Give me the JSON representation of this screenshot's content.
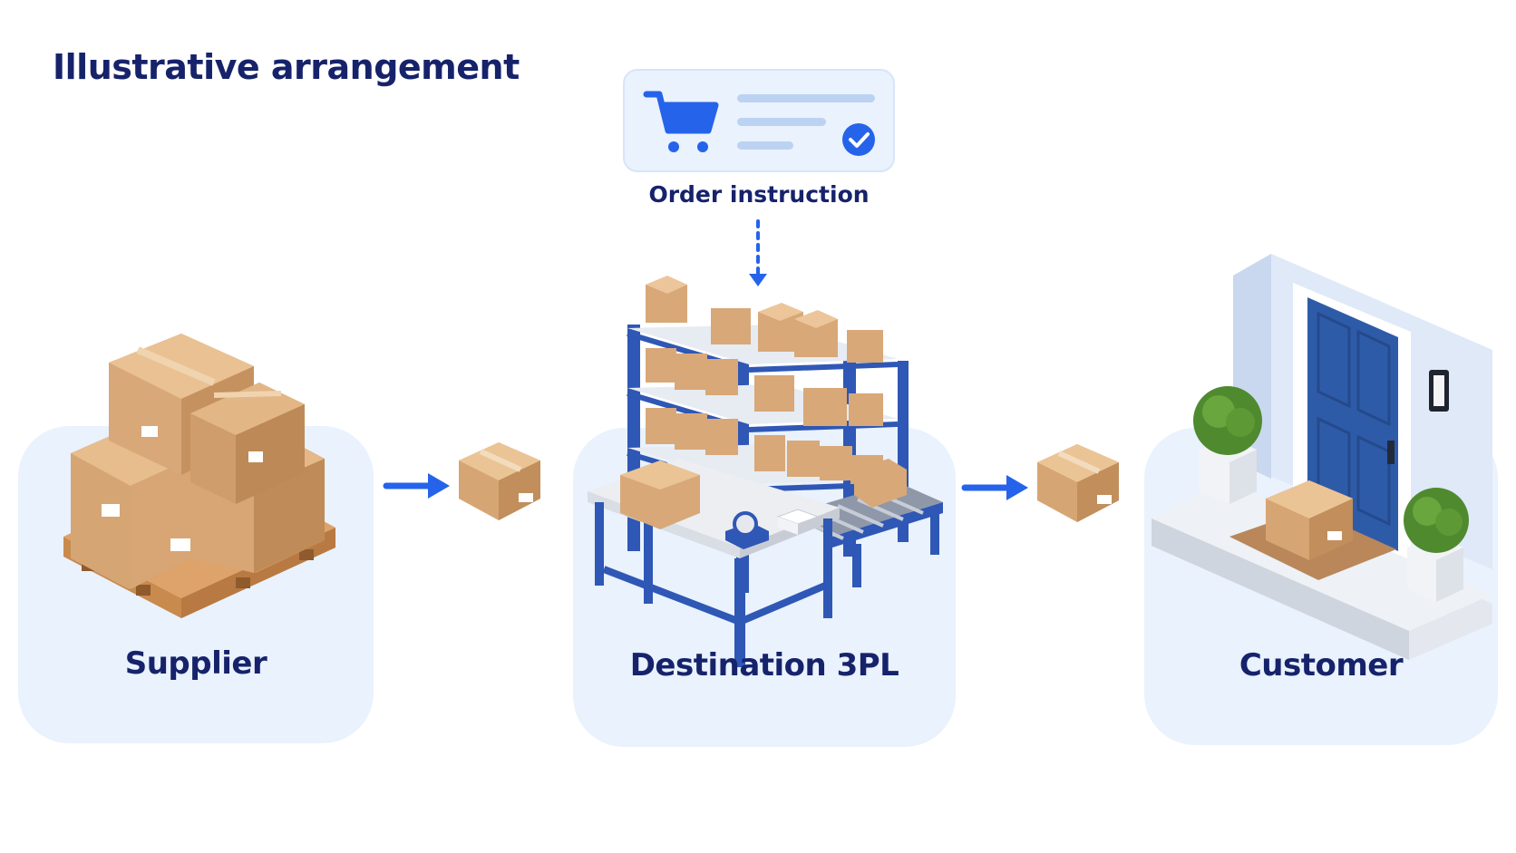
{
  "title": "Illustrative arrangement",
  "order_instruction": {
    "label": "Order instruction",
    "icons": [
      "shopping-cart-icon",
      "check-circle-icon"
    ]
  },
  "stages": [
    {
      "label": "Supplier",
      "icon": "pallet-of-boxes"
    },
    {
      "label": "Destination 3PL",
      "icon": "warehouse-shelving-packing-station"
    },
    {
      "label": "Customer",
      "icon": "front-door-with-parcel"
    }
  ],
  "colors": {
    "title": "#16236b",
    "accent_blue": "#2563eb",
    "panel": "#e9f2fd",
    "cardboard": "#d8a878",
    "shelf_blue": "#2f57b5",
    "door_blue": "#2e5ba8"
  }
}
